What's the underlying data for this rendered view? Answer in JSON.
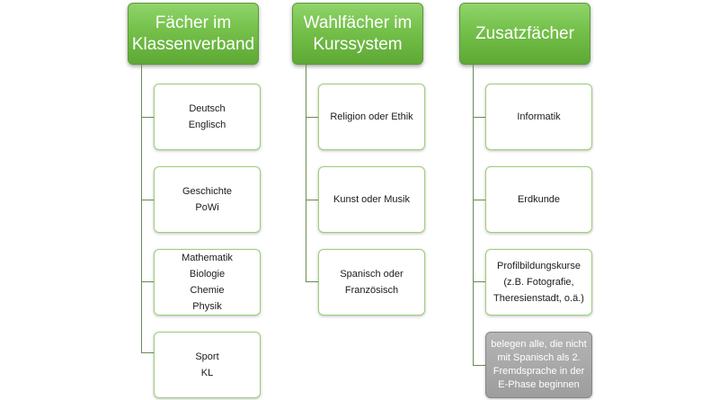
{
  "columns": [
    {
      "title_lines": [
        "Fächer im",
        "Klassenverband"
      ],
      "boxes": [
        {
          "lines": [
            "Deutsch",
            "Englisch"
          ]
        },
        {
          "lines": [
            "Geschichte",
            "PoWi"
          ]
        },
        {
          "lines": [
            "Mathematik",
            "Biologie",
            "Chemie",
            "Physik"
          ]
        },
        {
          "lines": [
            "Sport",
            "KL"
          ]
        }
      ]
    },
    {
      "title_lines": [
        "Wahlfächer im",
        "Kurssystem"
      ],
      "boxes": [
        {
          "lines": [
            "Religion oder Ethik"
          ]
        },
        {
          "lines": [
            "Kunst oder Musik"
          ]
        },
        {
          "lines": [
            "Spanisch oder",
            "Französisch"
          ]
        }
      ]
    },
    {
      "title_lines": [
        "Zusatzfächer"
      ],
      "boxes": [
        {
          "lines": [
            "Informatik"
          ]
        },
        {
          "lines": [
            "Erdkunde"
          ]
        },
        {
          "lines": [
            "Profilbildungskurse",
            "(z.B. Fotografie,",
            "Theresienstadt, o.ä.)"
          ]
        },
        {
          "lines": [
            "belegen alle, die nicht",
            "mit Spanisch als 2.",
            "Fremdsprache in der",
            "E-Phase beginnen"
          ]
        }
      ]
    }
  ],
  "colors": {
    "header_green": "#74c04a",
    "box_border_green": "#9ccf7a",
    "note_gray": "#a8a8a8"
  }
}
